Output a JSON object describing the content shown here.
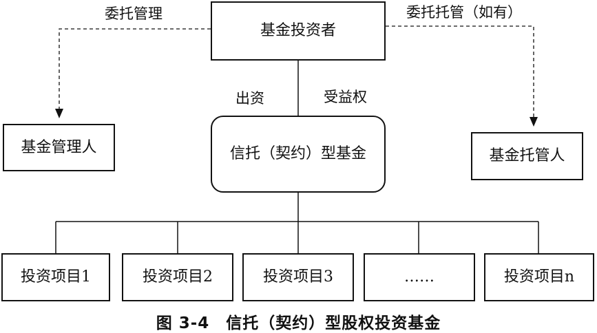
{
  "nodes": {
    "investor": "基金投资者",
    "manager": "基金管理人",
    "custodian": "基金托管人",
    "fund": "信托（契约）型基金",
    "projects": [
      "投资项目1",
      "投资项目2",
      "投资项目3",
      "……",
      "投资项目n"
    ]
  },
  "edge_labels": {
    "entrust_management": "委托管理",
    "entrust_custody": "委托托管（如有）",
    "capital_contribution": "出资",
    "beneficial_right": "受益权"
  },
  "caption": "图 3-4　信托（契约）型股权投资基金"
}
